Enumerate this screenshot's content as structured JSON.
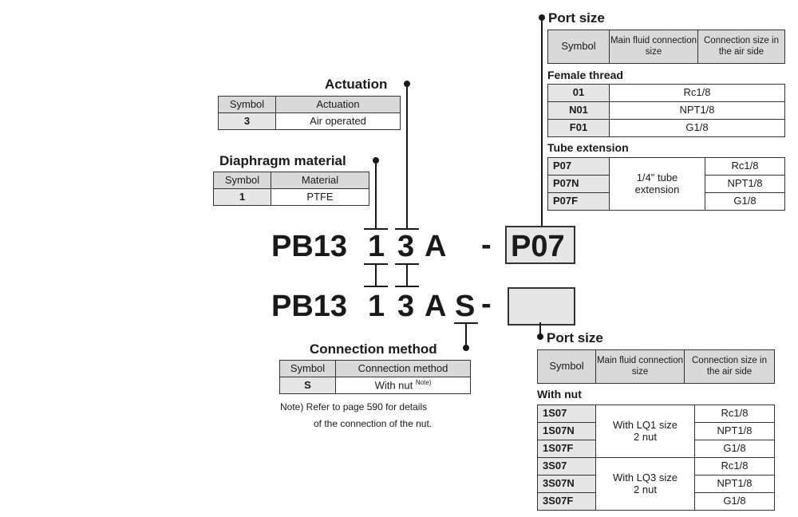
{
  "actuation": {
    "title": "Actuation",
    "headers": [
      "Symbol",
      "Actuation"
    ],
    "rows": [
      [
        "3",
        "Air operated"
      ]
    ]
  },
  "diaphragm": {
    "title": "Diaphragm material",
    "headers": [
      "Symbol",
      "Material"
    ],
    "rows": [
      [
        "1",
        "PTFE"
      ]
    ]
  },
  "model1": {
    "base": "PB13",
    "diaphragm": "1",
    "actuation": "3",
    "suffix": "A",
    "dash": "-",
    "port": "P07"
  },
  "model2": {
    "base": "PB13",
    "diaphragm": "1",
    "actuation": "3",
    "suffix": "A",
    "conn": "S",
    "dash": "-"
  },
  "connection": {
    "title": "Connection method",
    "headers": [
      "Symbol",
      "Connection method"
    ],
    "rows": [
      [
        "S",
        "With nut",
        "Note)"
      ]
    ],
    "note_line1": "Note) Refer to page 590 for details",
    "note_line2": "of the connection of the nut."
  },
  "port_top": {
    "title": "Port size",
    "headers": [
      "Symbol",
      "Main fluid connection size",
      "Connection size in the air side"
    ],
    "female_title": "Female thread",
    "female_rows": [
      [
        "01",
        "Rc1/8"
      ],
      [
        "N01",
        "NPT1/8"
      ],
      [
        "F01",
        "G1/8"
      ]
    ],
    "tube_title": "Tube extension",
    "tube_mid": "1/4\" tube extension",
    "tube_rows": [
      [
        "P07",
        "Rc1/8"
      ],
      [
        "P07N",
        "NPT1/8"
      ],
      [
        "P07F",
        "G1/8"
      ]
    ]
  },
  "port_bottom": {
    "title": "Port size",
    "headers": [
      "Symbol",
      "Main fluid connection size",
      "Connection size in the air side"
    ],
    "nut_title": "With nut",
    "group1_mid": "With LQ1 size 2 nut",
    "group1_rows": [
      [
        "1S07",
        "Rc1/8"
      ],
      [
        "1S07N",
        "NPT1/8"
      ],
      [
        "1S07F",
        "G1/8"
      ]
    ],
    "group2_mid": "With LQ3 size 2 nut",
    "group2_rows": [
      [
        "3S07",
        "Rc1/8"
      ],
      [
        "3S07N",
        "NPT1/8"
      ],
      [
        "3S07F",
        "G1/8"
      ]
    ]
  }
}
